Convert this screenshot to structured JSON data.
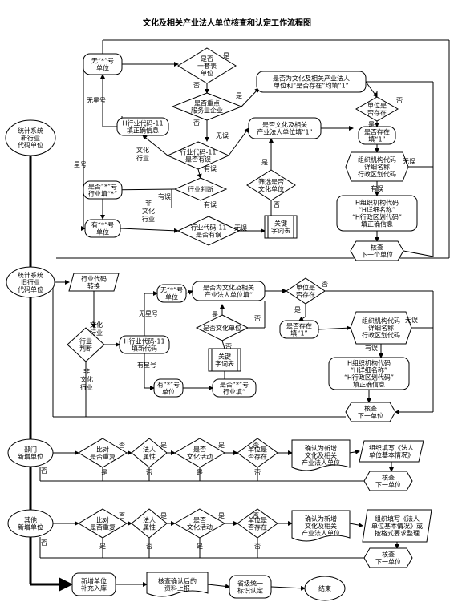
{
  "title": "文化及相关产业法人单位核查和认定工作流程图",
  "nodes": {
    "s1": [
      "统计系统",
      "新行业",
      "代码单位"
    ],
    "s2": [
      "统计系统",
      "旧行业",
      "代码单位"
    ],
    "s3": [
      "部门",
      "新增单位"
    ],
    "s4": [
      "其他",
      "新增单位"
    ],
    "n1": [
      "无“*”号",
      "单位"
    ],
    "d1": [
      "是否",
      "一套表",
      "单位"
    ],
    "d2": [
      "是否重点",
      "服务业企业"
    ],
    "d3": [
      "是否为文化及相关产业法人",
      "单位和“是否存在”均填“1”"
    ],
    "d4": [
      "单位是",
      "否存在"
    ],
    "d5": [
      "是否存在",
      "填“1”"
    ],
    "b1": [
      "组织机构代码",
      "详细名称",
      "行政区划代码"
    ],
    "h1": [
      "H组织机构代码",
      "“H详细名称”",
      "“H行政区划代码”",
      "填正确信息"
    ],
    "k1": [
      "核查",
      "下一个单位"
    ],
    "fix1": [
      "H行业代码-11",
      "填正确信息"
    ],
    "d6": [
      "行业代码-11",
      "是否有误"
    ],
    "d7": [
      "是否文化及相关",
      "产业法人单位填“1”"
    ],
    "d8": [
      "行业判断"
    ],
    "d9": [
      "筛选是否",
      "文化单位"
    ],
    "kw1": [
      "关键",
      "字词表"
    ],
    "d10": [
      "是否“*”号",
      "行业填“*”"
    ],
    "n2": [
      "有“*”号",
      "单位"
    ],
    "d11": [
      "行业代码-11",
      "是否有误"
    ],
    "p1": [
      "行业代码",
      "转换"
    ],
    "d12": [
      "行业",
      "判断"
    ],
    "n3": [
      "无“*”号",
      "单位"
    ],
    "d13": [
      "是否为文化及相关",
      "产业法人单位填“"
    ],
    "d14": [
      "单位是",
      "否存在"
    ],
    "d15": [
      "是否文化单位"
    ],
    "d16": [
      "是否存在",
      "填“1”"
    ],
    "b2": [
      "组织机构代码",
      "详细名称",
      "行政区划代码"
    ],
    "h2": [
      "H组织机构代码",
      "“H详细名称”",
      "“H行政区划代码”",
      "填正确信息"
    ],
    "fix2": [
      "H行业代码-11",
      "填新代码"
    ],
    "kw2": [
      "关键",
      "字词表"
    ],
    "n4": [
      "有“*”号",
      "单位"
    ],
    "d17": [
      "是否“*”号",
      "行业填“"
    ],
    "k2": [
      "核查",
      "下一单位"
    ],
    "d18": [
      "比对",
      "是否重复"
    ],
    "d19": [
      "法人",
      "属性"
    ],
    "d20": [
      "是否",
      "文化活动"
    ],
    "d21": [
      "单位是",
      "否存在"
    ],
    "c1": [
      "确认为新增",
      "文化及相关",
      "产业法人单位"
    ],
    "f1": [
      "组织填写《法人",
      "单位基本情况》"
    ],
    "k3": [
      "核查",
      "下一单位"
    ],
    "d22": [
      "比对",
      "是否重复"
    ],
    "d23": [
      "法人",
      "属性"
    ],
    "d24": [
      "是否",
      "文化活动"
    ],
    "d25": [
      "单位是",
      "否存在"
    ],
    "c2": [
      "确认为新增",
      "文化及相关",
      "产业法人单位"
    ],
    "f2": [
      "组织填写《法人",
      "单位基本情况》或",
      "按格式要求整理"
    ],
    "k4": [
      "核查",
      "下一单位"
    ],
    "e1": [
      "新增单位",
      "补充入库"
    ],
    "e2": [
      "核查确认后的",
      "资料上报"
    ],
    "e3": [
      "省级统一",
      "标识认定"
    ],
    "e4": [
      "结束"
    ]
  },
  "labels": [
    {
      "id": "l1",
      "t": "是"
    },
    {
      "id": "l2",
      "t": "否"
    },
    {
      "id": "l3",
      "t": "是"
    },
    {
      "id": "l4",
      "t": "否"
    },
    {
      "id": "l5",
      "t": "是"
    },
    {
      "id": "l6",
      "t": "否"
    },
    {
      "id": "l7",
      "t": "无星号"
    },
    {
      "id": "l8",
      "t": "星号"
    },
    {
      "id": "l9",
      "t": "文化"
    },
    {
      "id": "l10",
      "t": "行业"
    },
    {
      "id": "l11",
      "t": "有误"
    },
    {
      "id": "l12",
      "t": "无误"
    },
    {
      "id": "l13",
      "t": "有误"
    },
    {
      "id": "l14",
      "t": "非"
    },
    {
      "id": "l15",
      "t": "文化"
    },
    {
      "id": "l16",
      "t": "行业"
    },
    {
      "id": "l17",
      "t": "有误"
    },
    {
      "id": "l18",
      "t": "无误"
    },
    {
      "id": "l19",
      "t": "是"
    },
    {
      "id": "l20",
      "t": "否"
    },
    {
      "id": "l21",
      "t": "无误"
    },
    {
      "id": "l22",
      "t": "有误"
    },
    {
      "id": "l23",
      "t": "无星号"
    },
    {
      "id": "l24",
      "t": "文化"
    },
    {
      "id": "l25",
      "t": "行业"
    },
    {
      "id": "l26",
      "t": "有星号"
    },
    {
      "id": "l27",
      "t": "非"
    },
    {
      "id": "l28",
      "t": "文化"
    },
    {
      "id": "l29",
      "t": "行业"
    },
    {
      "id": "l30",
      "t": "否"
    },
    {
      "id": "l31",
      "t": "是"
    },
    {
      "id": "l32",
      "t": "否"
    },
    {
      "id": "l33",
      "t": "是"
    },
    {
      "id": "l34",
      "t": "否"
    },
    {
      "id": "l35",
      "t": "无误"
    },
    {
      "id": "l36",
      "t": "有误"
    },
    {
      "id": "l37",
      "t": "否"
    },
    {
      "id": "l38",
      "t": "是"
    },
    {
      "id": "l39",
      "t": "是"
    },
    {
      "id": "l40",
      "t": "否"
    },
    {
      "id": "l41",
      "t": "是"
    },
    {
      "id": "l42",
      "t": "是"
    },
    {
      "id": "l43",
      "t": "否"
    },
    {
      "id": "l44",
      "t": "否"
    },
    {
      "id": "l45",
      "t": "否"
    },
    {
      "id": "l46",
      "t": "否"
    },
    {
      "id": "l47",
      "t": "是"
    },
    {
      "id": "l48",
      "t": "是"
    },
    {
      "id": "l49",
      "t": "否"
    },
    {
      "id": "l50",
      "t": "是"
    },
    {
      "id": "l51",
      "t": "是"
    },
    {
      "id": "l52",
      "t": "否"
    },
    {
      "id": "l53",
      "t": "否"
    },
    {
      "id": "l54",
      "t": "否"
    }
  ]
}
